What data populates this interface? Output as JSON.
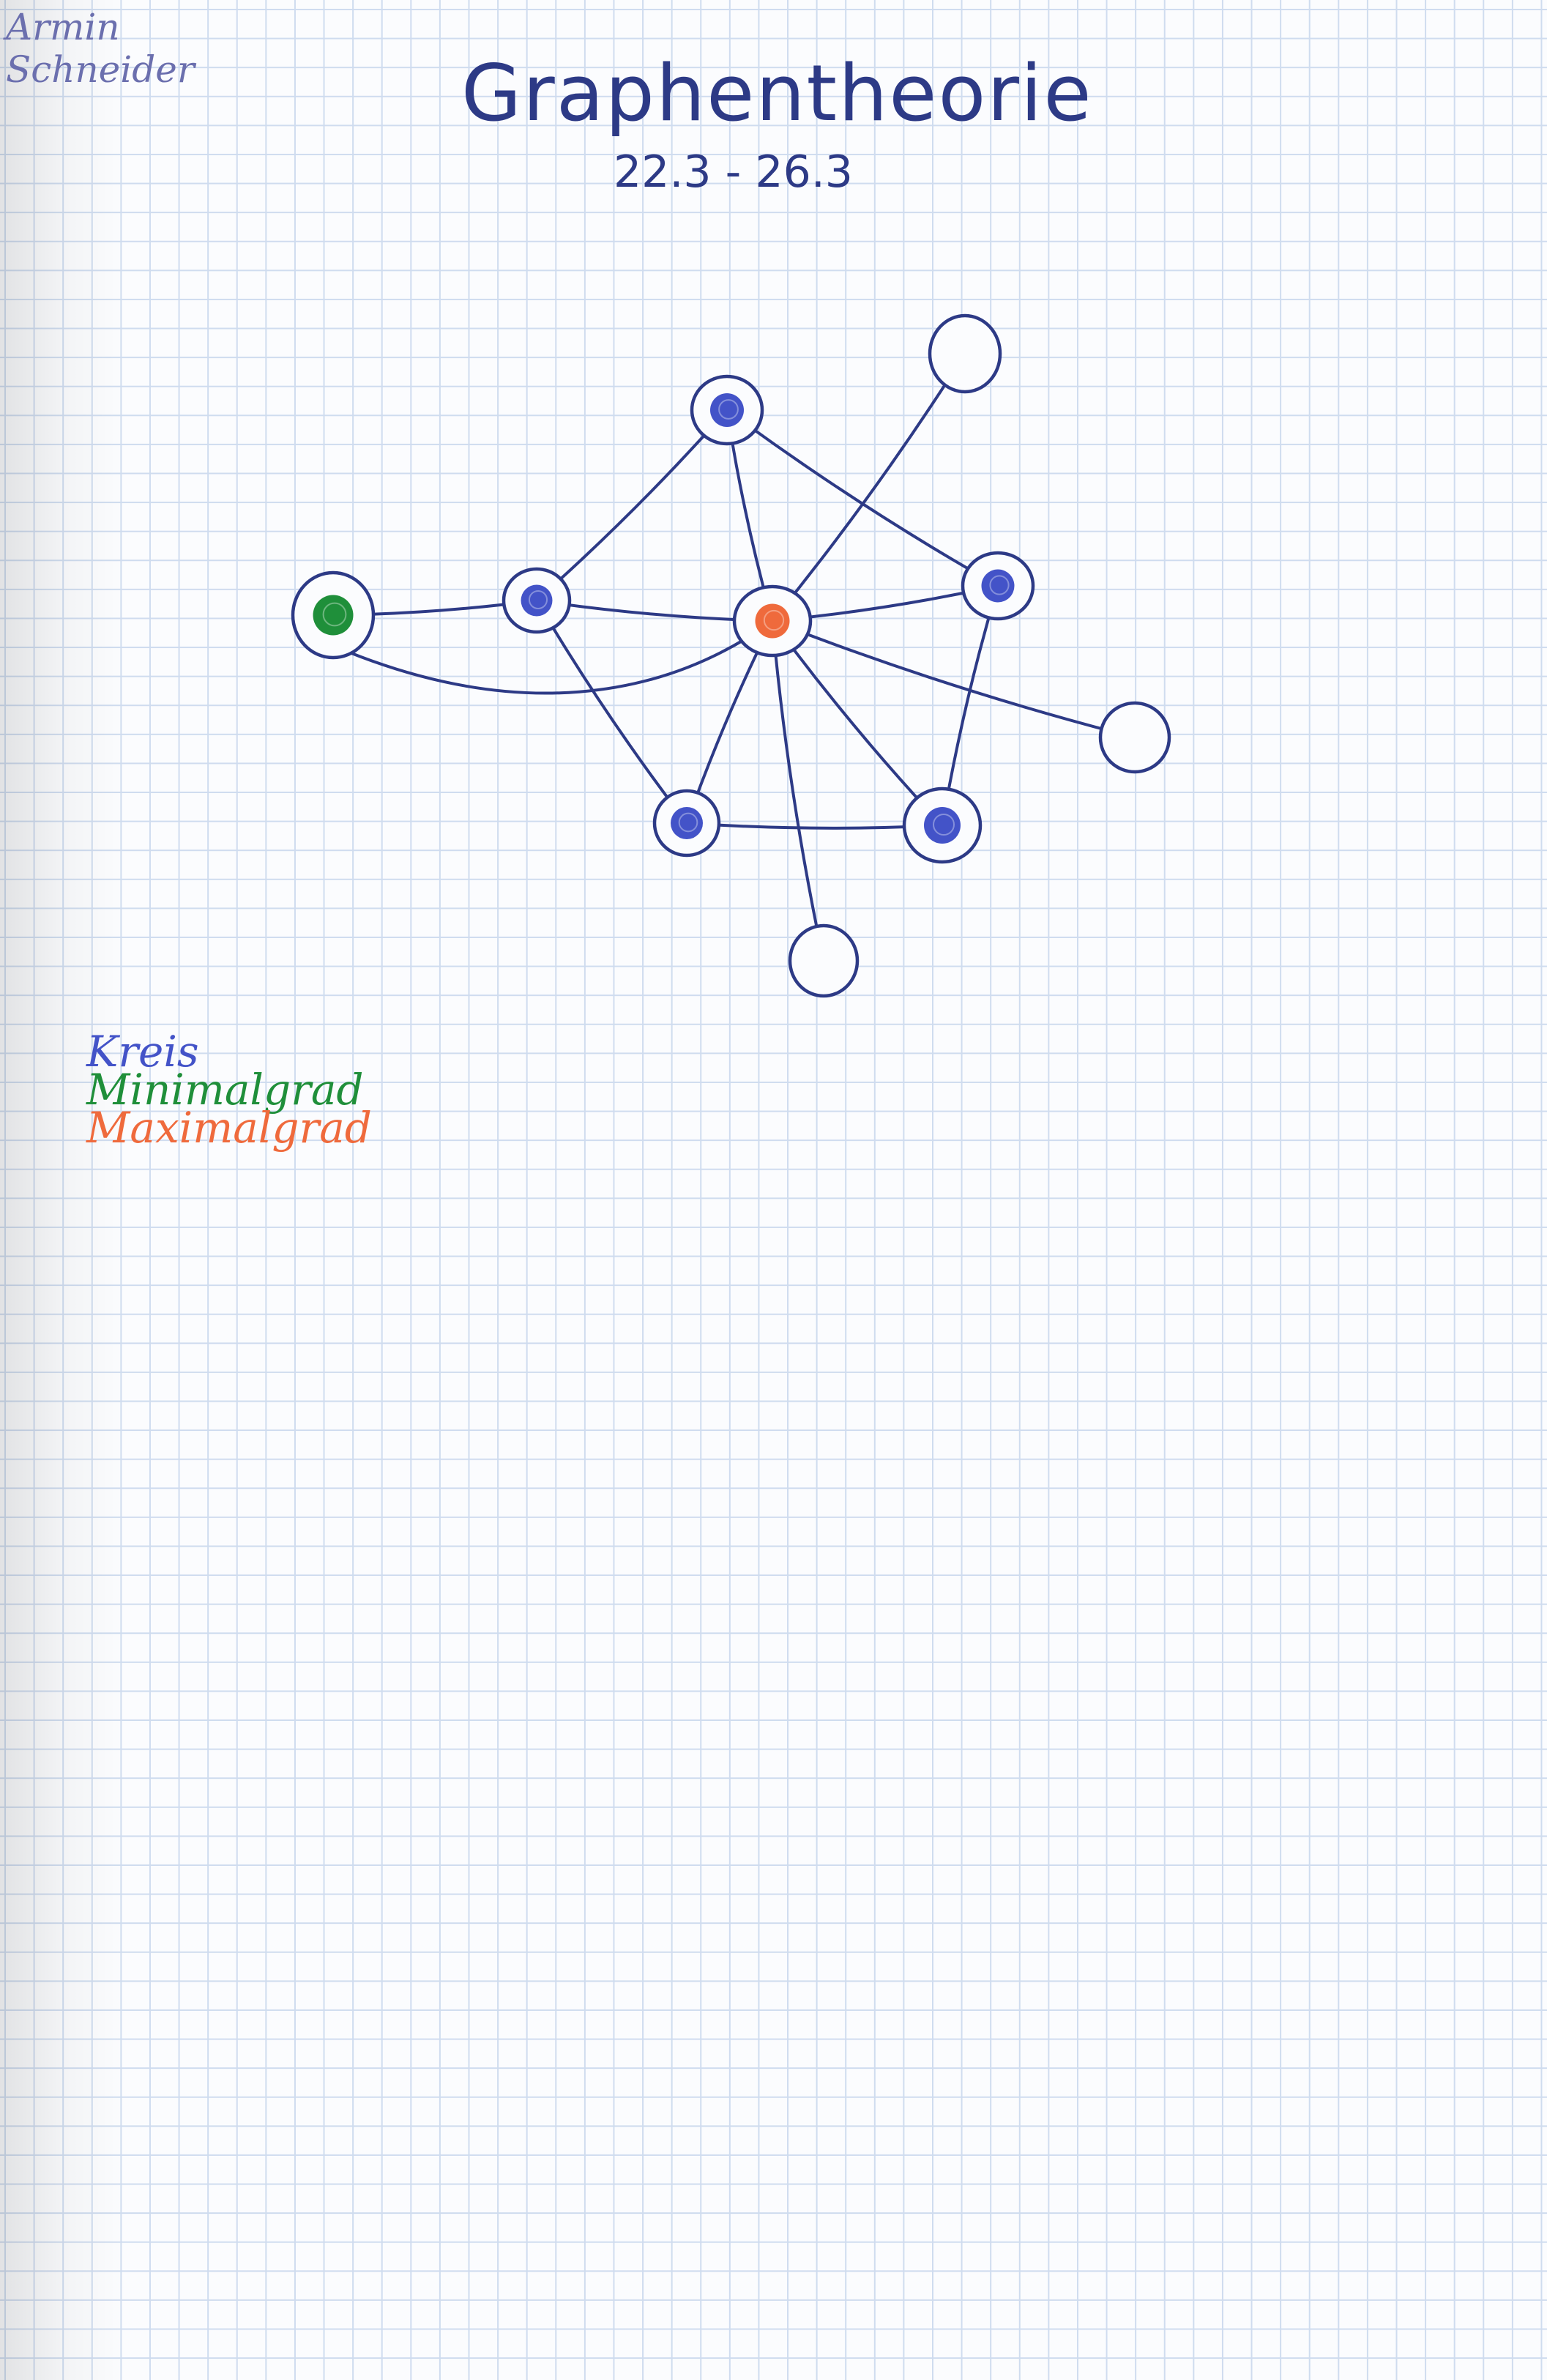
{
  "author": {
    "line1": "Armin",
    "line2": "Schneider"
  },
  "title": "Graphentheorie",
  "date_range": "22.3 - 26.3",
  "colors": {
    "ink": "#2d3a86",
    "cycle": "#4353c8",
    "min_degree": "#1f8f3a",
    "max_degree": "#ef6a3c"
  },
  "legend": [
    {
      "label": "Kreis",
      "color": "#4353c8"
    },
    {
      "label": "Minimalgrad",
      "color": "#1f8f3a"
    },
    {
      "label": "Maximalgrad",
      "color": "#ef6a3c"
    }
  ],
  "graph": {
    "nodes": [
      {
        "id": "top",
        "fill": "cycle"
      },
      {
        "id": "left-inner",
        "fill": "cycle"
      },
      {
        "id": "center",
        "fill": "max"
      },
      {
        "id": "right-upper",
        "fill": "cycle"
      },
      {
        "id": "bottom-left",
        "fill": "cycle"
      },
      {
        "id": "bottom-right",
        "fill": "cycle"
      },
      {
        "id": "far-left",
        "fill": "min"
      },
      {
        "id": "leaf-top-right",
        "fill": "none"
      },
      {
        "id": "leaf-right",
        "fill": "none"
      },
      {
        "id": "leaf-bottom",
        "fill": "none"
      }
    ],
    "edges": [
      [
        "far-left",
        "left-inner"
      ],
      [
        "far-left",
        "center"
      ],
      [
        "left-inner",
        "top"
      ],
      [
        "left-inner",
        "center"
      ],
      [
        "left-inner",
        "bottom-left"
      ],
      [
        "top",
        "center"
      ],
      [
        "top",
        "right-upper"
      ],
      [
        "center",
        "right-upper"
      ],
      [
        "center",
        "bottom-left"
      ],
      [
        "center",
        "bottom-right"
      ],
      [
        "center",
        "leaf-top-right"
      ],
      [
        "center",
        "leaf-right"
      ],
      [
        "center",
        "leaf-bottom"
      ],
      [
        "right-upper",
        "bottom-right"
      ],
      [
        "bottom-left",
        "bottom-right"
      ]
    ]
  }
}
